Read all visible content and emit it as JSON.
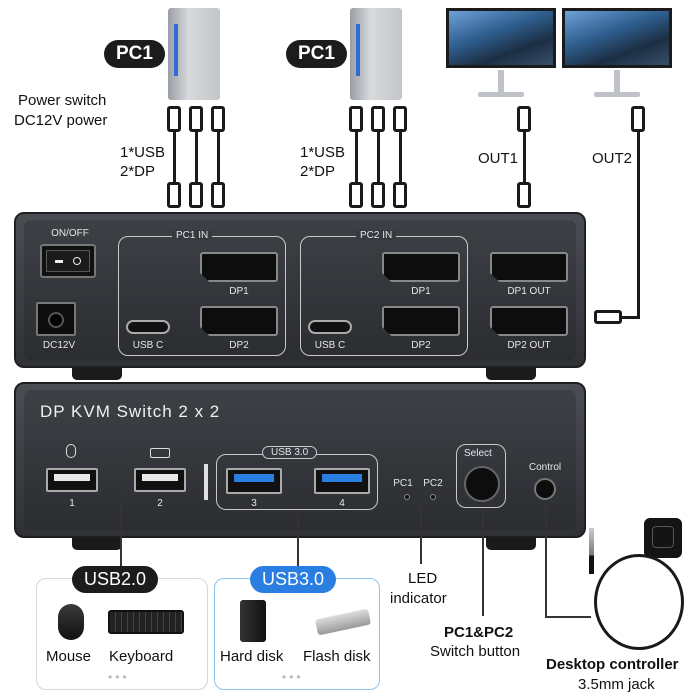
{
  "top": {
    "pc1_left_badge": "PC1",
    "pc1_right_badge": "PC1",
    "power_label_line1": "Power switch",
    "power_label_line2": "DC12V power",
    "cable_left_line1": "1*USB",
    "cable_left_line2": "2*DP",
    "cable_mid_line1": "1*USB",
    "cable_mid_line2": "2*DP",
    "out1": "OUT1",
    "out2": "OUT2"
  },
  "rear_panel": {
    "on_off": "ON/OFF",
    "dc12v": "DC12V",
    "pc1_in": "PC1 IN",
    "pc2_in": "PC2 IN",
    "pc1_usbc": "USB C",
    "pc1_dp1": "DP1",
    "pc1_dp2": "DP2",
    "pc2_usbc": "USB C",
    "pc2_dp1": "DP1",
    "pc2_dp2": "DP2",
    "dp1_out": "DP1 OUT",
    "dp2_out": "DP2 OUT"
  },
  "front_panel": {
    "title": "DP KVM Switch 2 x 2",
    "port1": "1",
    "port2": "2",
    "usb30_title": "USB 3.0",
    "port3": "3",
    "port4": "4",
    "pc1_led": "PC1",
    "pc2_led": "PC2",
    "select": "Select",
    "control": "Control"
  },
  "bottom": {
    "usb20_badge": "USB2.0",
    "usb30_badge": "USB3.0",
    "mouse": "Mouse",
    "keyboard": "Keyboard",
    "hard_disk": "Hard disk",
    "flash_disk": "Flash disk",
    "dots1": "•••",
    "dots2": "•••",
    "led_line1": "LED",
    "led_line2": "indicator",
    "switch_line1": "PC1&PC2",
    "switch_line2": "Switch button",
    "controller_line1": "Desktop controller",
    "controller_line2": "3.5mm jack"
  },
  "colors": {
    "blue_accent": "#2a7de1",
    "badge_dark": "#1c1c1c",
    "panel": "#35383d"
  }
}
